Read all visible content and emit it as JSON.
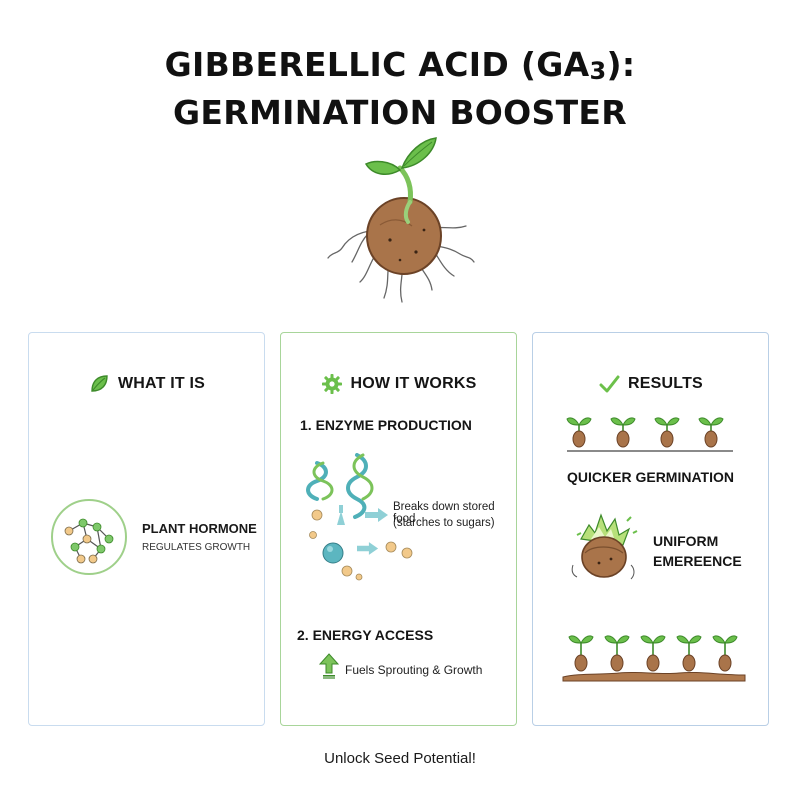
{
  "title": {
    "line1_prefix": "GIBBERELLIC ACID (GA",
    "line1_sub": "3",
    "line1_suffix": "):",
    "line2": "GERMINATION BOOSTER"
  },
  "icons": {
    "hero": "sprouting-seed-icon",
    "what": "leaf-icon",
    "how": "gear-icon",
    "results": "checkmark-icon",
    "molecule": "molecule-icon",
    "enzyme": "enzyme-helix-icon",
    "arrow_right": "arrow-right-icon",
    "arrow_up": "arrow-up-icon",
    "seedlings": "seedling-row-icon",
    "burst": "bursting-seed-icon",
    "soil_seedlings": "seedlings-in-soil-icon"
  },
  "colors": {
    "leaf_green": "#6bbf4b",
    "seed_brown": "#a9744a",
    "enzyme_teal": "#4fb0b8",
    "sugar_yellow": "#f2c98a",
    "check_green": "#6cc04a"
  },
  "panels": {
    "what": {
      "heading": "WHAT IT IS",
      "label": "PLANT HORMONE",
      "sublabel": "REGULATES GROWTH"
    },
    "how": {
      "heading": "HOW IT WORKS",
      "step1": "1. ENZYME PRODUCTION",
      "step1_desc_line1": "Breaks down stored food",
      "step1_desc_line2": "(starches to sugars)",
      "step2": "2. ENERGY ACCESS",
      "step2_desc": "Fuels Sprouting & Growth"
    },
    "results": {
      "heading": "RESULTS",
      "result1": "QUICKER GERMINATION",
      "result2_line1": "UNIFORM",
      "result2_line2": "EMEREENCE"
    }
  },
  "footer": "Unlock Seed Potential!"
}
